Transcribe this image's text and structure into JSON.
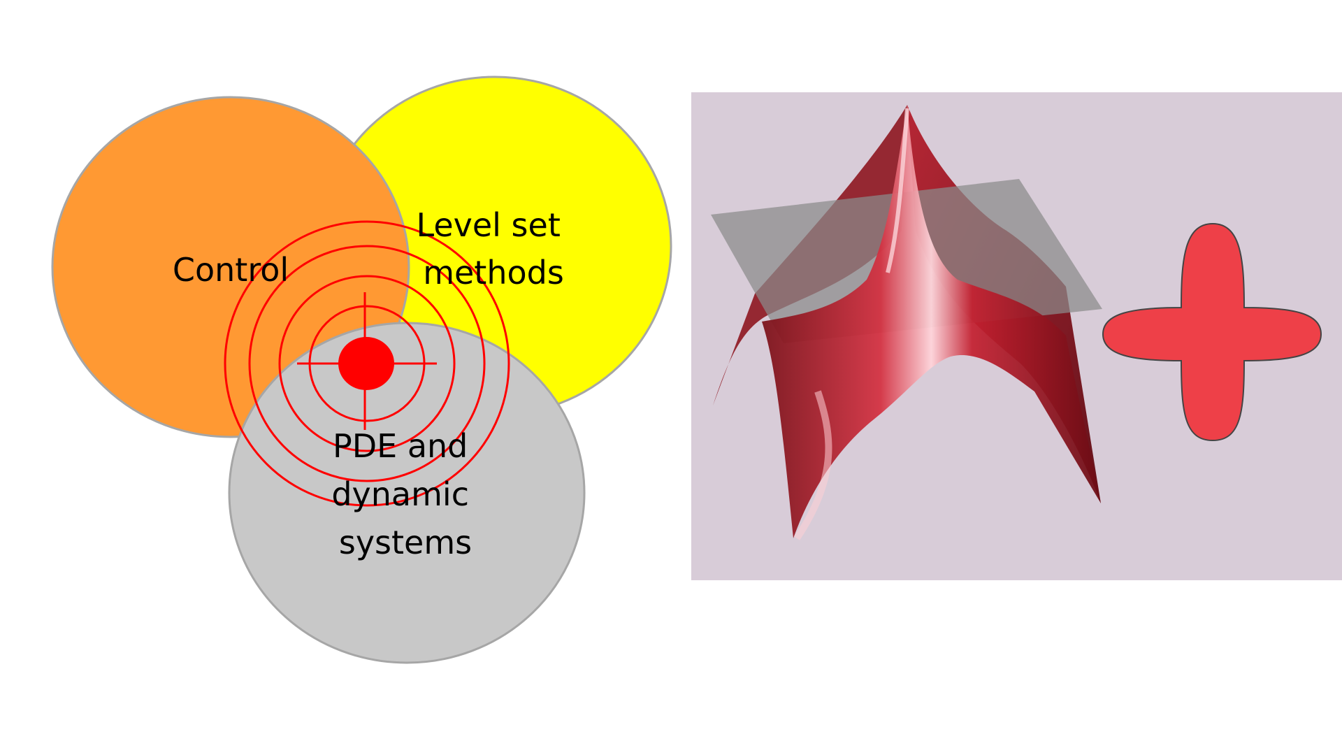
{
  "venn": {
    "circles": [
      {
        "id": "yellow",
        "fill": "#ffff00",
        "stroke": "#a6a6a6"
      },
      {
        "id": "orange",
        "fill": "#ff9933",
        "stroke": "#a6a6a6"
      },
      {
        "id": "gray",
        "fill": "#c8c8c8",
        "stroke": "#a6a6a6"
      }
    ],
    "labels": {
      "control": [
        "Control"
      ],
      "level_set": [
        "Level set",
        "methods"
      ],
      "pde": [
        "PDE and",
        "dynamic",
        "systems"
      ]
    }
  },
  "target": {
    "color": "#ff0000",
    "ring_count": 4
  },
  "illustration": {
    "background": "#d8ccd8",
    "surface_color": "#cc2a35",
    "plane_color": "#8a8a8a",
    "shape_color": "#ee4048",
    "shape_outline": "#444444"
  }
}
